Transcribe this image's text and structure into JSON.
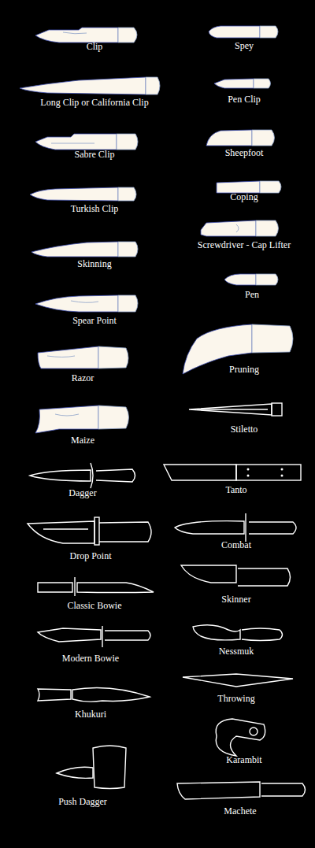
{
  "diagram": {
    "labels": [
      "Clip",
      "Spey",
      "Long Clip or California Clip",
      "Pen Clip",
      "Sabre Clip",
      "Sheepfoot",
      "Coping",
      "Turkish Clip",
      "Screwdriver - Cap Lifter",
      "Skinning",
      "Pen",
      "Spear Point",
      "Pruning",
      "Razor",
      "Stiletto",
      "Maize",
      "Dagger",
      "Tanto",
      "Drop Point",
      "Combat",
      "Classic Bowie",
      "Skinner",
      "Modern Bowie",
      "Nessmuk",
      "Khukuri",
      "Throwing",
      "Karambit",
      "Push Dagger",
      "Machete"
    ]
  }
}
